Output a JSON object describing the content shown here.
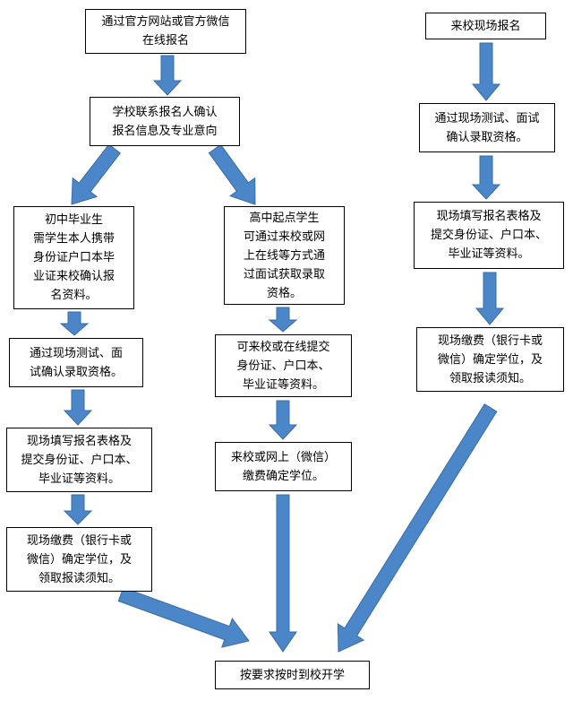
{
  "colors": {
    "arrow_fill": "#4A86C8",
    "arrow_stroke": "#3A6EA5",
    "box_border": "#000000"
  },
  "boxes": {
    "online_signup": "通过官方网站或官方微信\n在线报名",
    "school_contact": "学校联系报名人确认\n报名信息及专业意向",
    "junior_grad": "初中毕业生\n需学生本人携带\n身份证户口本毕\n业证来校确认报\n名资料。",
    "high_start": "高中起点学生\n可通过来校或网\n上在线等方式通\n过面试获取录取\n资格。",
    "onsite_signup": "来校现场报名",
    "left_test": "通过现场测试、面\n试确认录取资格。",
    "left_form": "现场填写报名表格及\n提交身份证、户口本、\n毕业证等资料。",
    "left_pay": "现场缴费（银行卡或\n微信）确定学位，及\n领取报读须知。",
    "mid_submit": "可来校或在线提交\n身份证、户口本、\n毕业证等资料。",
    "mid_pay": "来校或网上（微信）\n缴费确定学位。",
    "right_test": "通过现场测试、面试\n确认录取资格。",
    "right_form": "现场填写报名表格及\n提交身份证、户口本、\n毕业证等资料。",
    "right_pay": "现场缴费（银行卡或\n微信）确定学位，及\n领取报读须知。",
    "final": "按要求按时到校开学"
  }
}
